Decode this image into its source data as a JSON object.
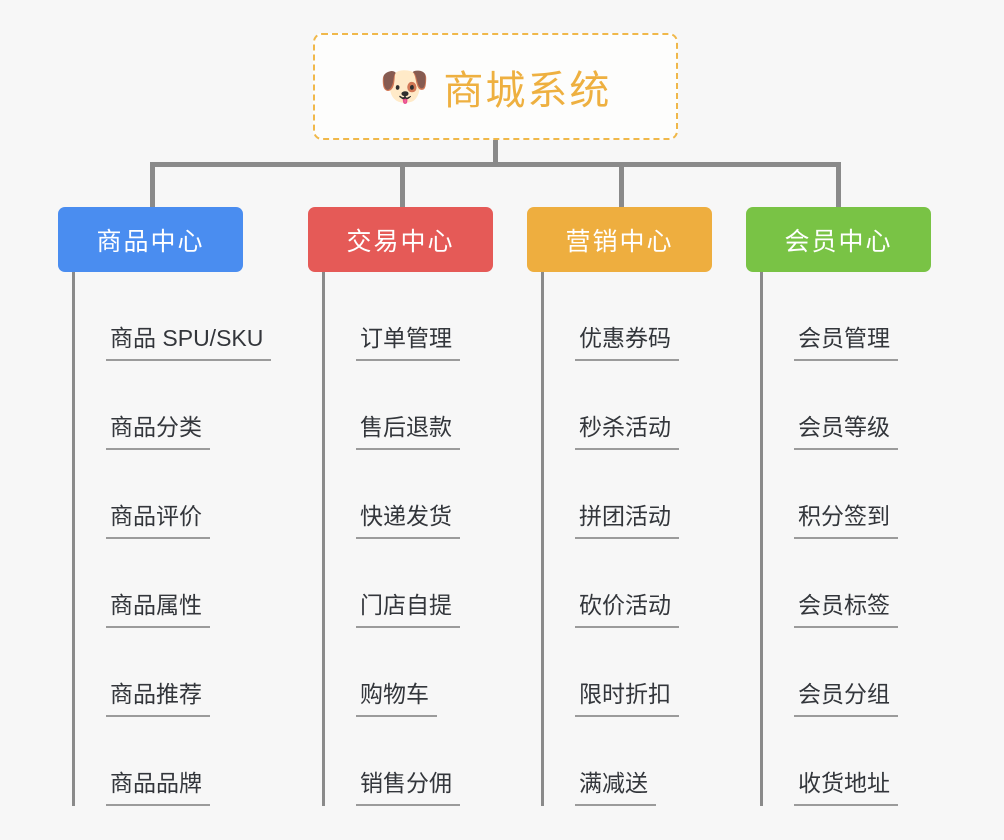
{
  "canvas": {
    "background": "#f7f7f7",
    "connector_color": "#8a8a8a"
  },
  "root": {
    "icon": "shiba-dog-face-icon",
    "icon_glyph": "🐶",
    "title": "商城系统",
    "title_color": "#eeb040",
    "border_color": "#f0b84a",
    "border_style": "dashed"
  },
  "branches": [
    {
      "id": "product-center",
      "label": "商品中心",
      "color": "#4a8df0",
      "items": [
        "商品 SPU/SKU",
        "商品分类",
        "商品评价",
        "商品属性",
        "商品推荐",
        "商品品牌"
      ]
    },
    {
      "id": "trade-center",
      "label": "交易中心",
      "color": "#e55a57",
      "items": [
        "订单管理",
        "售后退款",
        "快递发货",
        "门店自提",
        "购物车",
        "销售分佣"
      ]
    },
    {
      "id": "marketing-center",
      "label": "营销中心",
      "color": "#eeae3f",
      "items": [
        "优惠券码",
        "秒杀活动",
        "拼团活动",
        "砍价活动",
        "限时折扣",
        "满减送"
      ]
    },
    {
      "id": "member-center",
      "label": "会员中心",
      "color": "#79c345",
      "items": [
        "会员管理",
        "会员等级",
        "积分签到",
        "会员标签",
        "会员分组",
        "收货地址"
      ]
    }
  ]
}
